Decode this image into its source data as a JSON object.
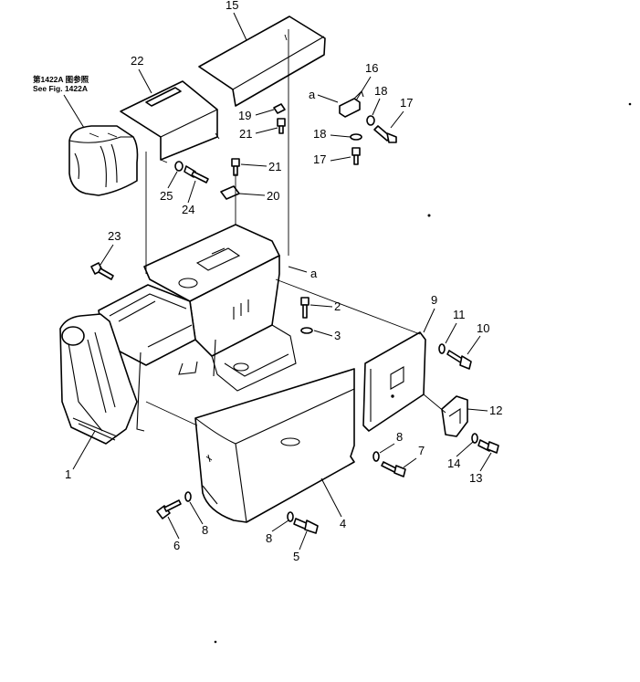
{
  "reference_note": {
    "line1": "第1422A 图参照",
    "line2": "See Fig. 1422A"
  },
  "connection_mark": "a",
  "callouts": [
    "1",
    "2",
    "3",
    "4",
    "5",
    "6",
    "7",
    "8",
    "9",
    "10",
    "11",
    "12",
    "13",
    "14",
    "15",
    "16",
    "17",
    "18",
    "19",
    "20",
    "21",
    "22",
    "23",
    "24",
    "25"
  ]
}
